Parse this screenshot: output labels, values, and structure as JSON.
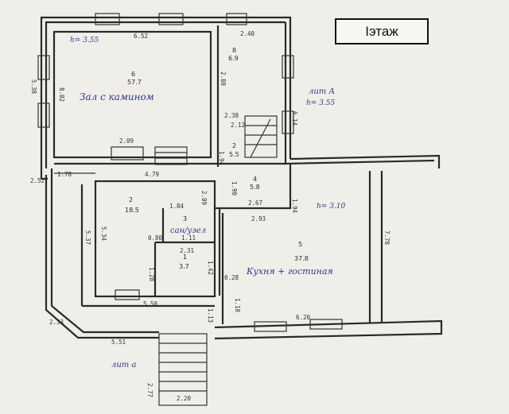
{
  "floor_label": "Iэтаж",
  "rooms": [
    {
      "id": "6",
      "label": "6",
      "area": "57.7",
      "name": "Зал с камином",
      "height": "h= 3.55"
    },
    {
      "id": "8",
      "label": "8",
      "area": "6.9"
    },
    {
      "id": "2",
      "label": "2",
      "area": "5.5"
    },
    {
      "id": "4",
      "label": "4",
      "area": "5.8"
    },
    {
      "id": "2b",
      "label": "2",
      "area": "18.5"
    },
    {
      "id": "3",
      "label": "3",
      "area": "",
      "name": "сан/узел"
    },
    {
      "id": "1",
      "label": "1",
      "area": "3.7"
    },
    {
      "id": "5",
      "label": "5",
      "area": "37.8",
      "name": "Кухня + гостиная",
      "height": "h= 3.10"
    }
  ],
  "lit_label_1": "лит А",
  "lit_label_1_sub": "h= 3.55",
  "lit_label_2": "лит а",
  "dimensions": [
    "6.52",
    "2.40",
    "2.88",
    "5.38",
    "8.02",
    "2.09",
    "1.78",
    "4.79",
    "2.38",
    "2.12",
    "1.94",
    "2.09",
    "1.90",
    "2.67",
    "2.93",
    "1.94",
    "6.14",
    "7.78",
    "5.37",
    "5.34",
    "1.84",
    "1.11",
    "0.80",
    "2.31",
    "1.28",
    "1.42",
    "0.28",
    "5.50",
    "1.13",
    "1.18",
    "2.33",
    "5.51",
    "6.20",
    "2.77",
    "2.20",
    "2.52"
  ]
}
